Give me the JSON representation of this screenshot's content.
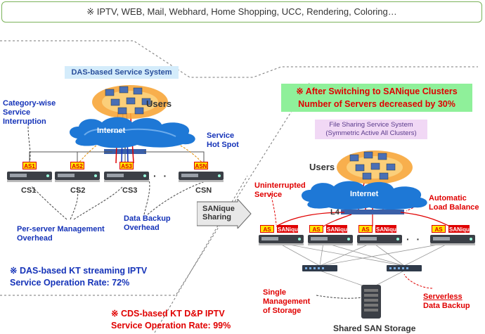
{
  "banner": "※ IPTV, WEB, Mail, Webhard, Home Shopping, UCC, Rendering, Coloring…",
  "left": {
    "title": "DAS-based Service System",
    "users": "Users",
    "internet": "Internet",
    "category_wise": [
      "Category-wise",
      "Service",
      "Interruption"
    ],
    "hot_spot": [
      "Service",
      "Hot Spot"
    ],
    "server_tags": [
      "AS1",
      "AS2",
      "AS3",
      "ASN"
    ],
    "server_names": [
      "CS1",
      "CS2",
      "CS3",
      "CSN"
    ],
    "per_server": [
      "Per-server Management",
      "Overhead"
    ],
    "data_backup": [
      "Data Backup",
      "Overhead"
    ],
    "das_rate": [
      "※  DAS-based KT streaming IPTV",
      "Service Operation Rate: 72%"
    ],
    "cds_rate": [
      "※  CDS-based KT D&P IPTV",
      "Service Operation Rate: 99%"
    ]
  },
  "middle": {
    "sanique_sharing": [
      "SANique",
      "Sharing"
    ]
  },
  "right": {
    "after_switch": [
      "※ After Switching to SANique Clusters",
      "Number of Servers decreased by 30%"
    ],
    "fs_title": [
      "File Sharing Service System",
      "(Symmetric Active All Clusters)"
    ],
    "users": "Users",
    "internet": "Internet",
    "l4": "L4",
    "uninterrupted": [
      "Uninterrupted",
      "Service"
    ],
    "auto_lb": [
      "Automatic",
      "Load Balance"
    ],
    "tag_as": "AS",
    "tag_sanique": "SANique",
    "single_mgmt": [
      "Single",
      "Management",
      "of Storage"
    ],
    "serverless": [
      "Serverless",
      "Data Backup"
    ],
    "shared_san": "Shared SAN Storage"
  },
  "colors": {
    "blue": "#1533b8",
    "red": "#e00000",
    "green_box": "#8ff09a",
    "cloud": "#1e78d6",
    "user_glow": "#f7a63a"
  }
}
